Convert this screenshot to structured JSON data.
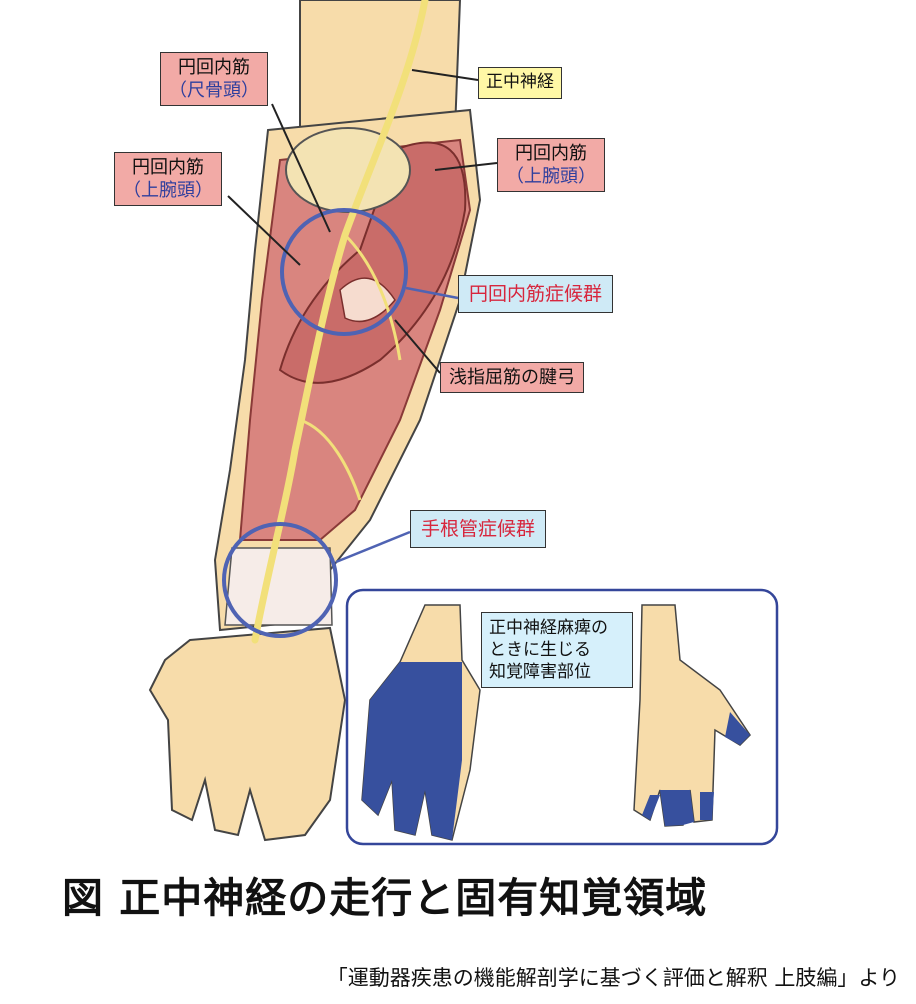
{
  "labels": {
    "median_nerve": "正中神経",
    "pronator_ulnar": {
      "main": "円回内筋",
      "sub": "（尺骨頭）"
    },
    "pronator_humeral_left": {
      "main": "円回内筋",
      "sub": "（上腕頭）"
    },
    "pronator_humeral_right": {
      "main": "円回内筋",
      "sub": "（上腕頭）"
    },
    "pronator_syndrome": "円回内筋症候群",
    "fds_arch": "浅指屈筋の腱弓",
    "carpal_tunnel": "手根管症候群",
    "sensory_area": [
      "正中神経麻痺の",
      "ときに生じる",
      "知覚障害部位"
    ]
  },
  "title": "図  正中神経の走行と固有知覚領域",
  "source": "「運動器疾患の機能解剖学に基づく評価と解釈 上肢編」より",
  "colors": {
    "skin": "#f7dcaa",
    "muscle": "#d9857f",
    "muscle_dark": "#b85a58",
    "nerve": "#f2e07a",
    "highlight_circle": "#4f63b3",
    "sensory_blue": "#37509e",
    "panel_border": "#34469a"
  }
}
